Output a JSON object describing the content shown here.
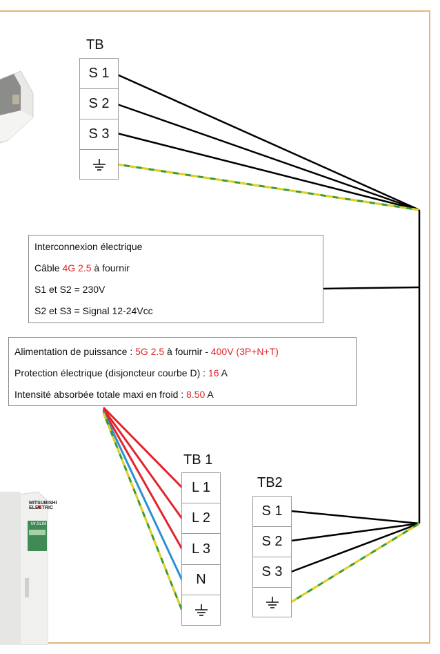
{
  "indoor_tb": {
    "title": "TB",
    "terminals": [
      "S 1",
      "S 2",
      "S 3",
      "earth"
    ]
  },
  "tb1": {
    "title": "TB 1",
    "terminals": [
      "L 1",
      "L 2",
      "L 3",
      "N",
      "earth"
    ]
  },
  "tb2": {
    "title": "TB2",
    "terminals": [
      "S 1",
      "S 2",
      "S 3",
      "earth"
    ]
  },
  "interconnect_box": {
    "line1": "Interconnexion électrique",
    "line2_pre": "Câble ",
    "line2_red": "4G 2.5",
    "line2_post": " à fournir",
    "line3": "S1 et S2 = 230V",
    "line4": "S2 et S3 = Signal 12-24Vcc"
  },
  "power_box": {
    "line1_pre": "Alimentation de puissance : ",
    "line1_red1": "5G 2.5",
    "line1_mid": " à fournir - ",
    "line1_red2": "400V (3P+N+T)",
    "line2_pre": "Protection électrique (disjoncteur courbe D) : ",
    "line2_red": "16",
    "line2_post": " A",
    "line3_pre": "Intensité absorbée totale maxi en froid : ",
    "line3_red": "8.50",
    "line3_post": " A"
  },
  "outdoor_unit": {
    "brand_line1": "MITSUBISHI",
    "brand_line2": "ELECTRIC",
    "model_label": "Mr.SLIM"
  },
  "colors": {
    "frame": "#e0b47c",
    "phase_wire": "#e3232a",
    "neutral_wire": "#2a8fd6",
    "earth_wire_a": "#e5d21f",
    "earth_wire_b": "#3a9a3a",
    "signal_wire": "#000000"
  }
}
